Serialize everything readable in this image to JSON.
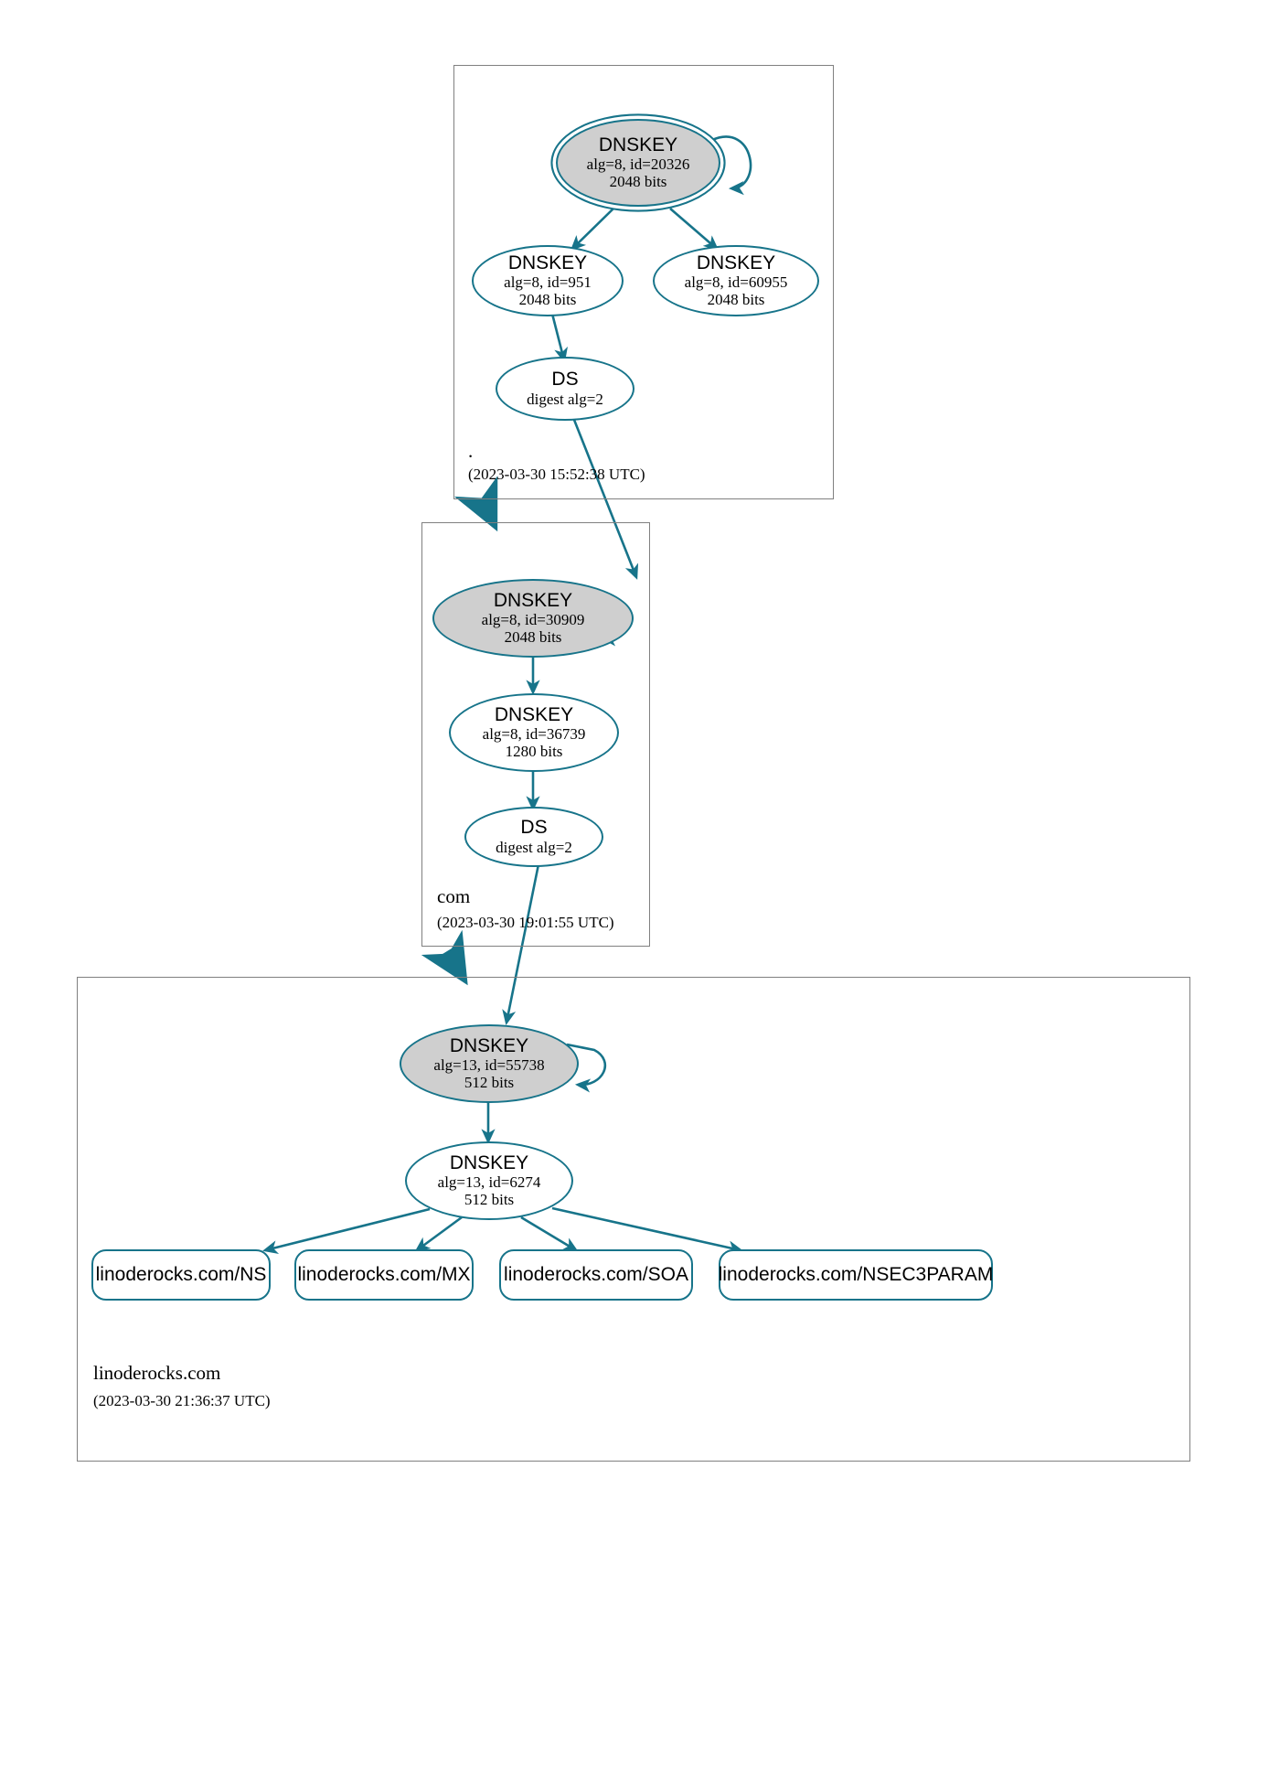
{
  "diagram": {
    "title": "DNSSEC authentication chain for linoderocks.com",
    "accent_color": "#17748a",
    "secure_fill": "#cfcfcf",
    "zone_border_color": "#808080"
  },
  "zones": [
    {
      "id": "root",
      "name": ".",
      "timestamp": "(2023-03-30 15:52:38 UTC)",
      "nodes": [
        {
          "id": "root-ksk",
          "kind": "dnskey",
          "title": "DNSKEY",
          "detail": "alg=8, id=20326",
          "size": "2048 bits",
          "trust_anchor": true,
          "self_signed": true
        },
        {
          "id": "root-zsk-951",
          "kind": "dnskey",
          "title": "DNSKEY",
          "detail": "alg=8, id=951",
          "size": "2048 bits",
          "trust_anchor": false,
          "self_signed": false
        },
        {
          "id": "root-zsk-60955",
          "kind": "dnskey",
          "title": "DNSKEY",
          "detail": "alg=8, id=60955",
          "size": "2048 bits",
          "trust_anchor": false,
          "self_signed": false
        },
        {
          "id": "root-ds",
          "kind": "ds",
          "title": "DS",
          "detail": "digest alg=2",
          "size": "",
          "trust_anchor": false,
          "self_signed": false
        }
      ]
    },
    {
      "id": "com",
      "name": "com",
      "timestamp": "(2023-03-30 19:01:55 UTC)",
      "nodes": [
        {
          "id": "com-ksk",
          "kind": "dnskey",
          "title": "DNSKEY",
          "detail": "alg=8, id=30909",
          "size": "2048 bits",
          "trust_anchor": false,
          "self_signed": true
        },
        {
          "id": "com-zsk",
          "kind": "dnskey",
          "title": "DNSKEY",
          "detail": "alg=8, id=36739",
          "size": "1280 bits",
          "trust_anchor": false,
          "self_signed": false
        },
        {
          "id": "com-ds",
          "kind": "ds",
          "title": "DS",
          "detail": "digest alg=2",
          "size": "",
          "trust_anchor": false,
          "self_signed": false
        }
      ]
    },
    {
      "id": "linoderocks",
      "name": "linoderocks.com",
      "timestamp": "(2023-03-30 21:36:37 UTC)",
      "nodes": [
        {
          "id": "ln-ksk",
          "kind": "dnskey",
          "title": "DNSKEY",
          "detail": "alg=13, id=55738",
          "size": "512 bits",
          "trust_anchor": false,
          "self_signed": true
        },
        {
          "id": "ln-zsk",
          "kind": "dnskey",
          "title": "DNSKEY",
          "detail": "alg=13, id=6274",
          "size": "512 bits",
          "trust_anchor": false,
          "self_signed": false
        }
      ],
      "rrsets": [
        {
          "id": "rr-ns",
          "label": "linoderocks.com/NS"
        },
        {
          "id": "rr-mx",
          "label": "linoderocks.com/MX"
        },
        {
          "id": "rr-soa",
          "label": "linoderocks.com/SOA"
        },
        {
          "id": "rr-nsec3param",
          "label": "linoderocks.com/NSEC3PARAM"
        }
      ]
    }
  ]
}
